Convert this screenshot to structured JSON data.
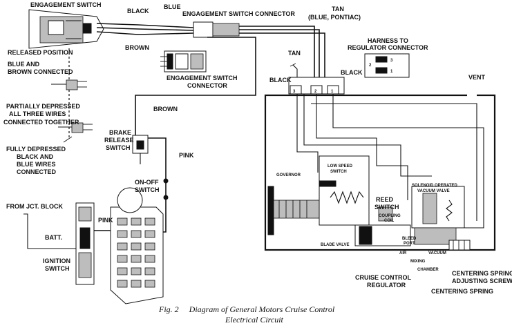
{
  "labels": {
    "engagement_switch": "ENGAGEMENT SWITCH",
    "black_top": "BLACK",
    "blue_top": "BLUE",
    "engagement_switch_connector_top": "ENGAGEMENT SWITCH CONNECTOR",
    "tan_top": "TAN",
    "blue_pontiac": "(BLUE, PONTIAC)",
    "brown_top": "BROWN",
    "harness_line1": "HARNESS TO",
    "harness_line2": "REGULATOR CONNECTOR",
    "tan_mid": "TAN",
    "released_position": "RELEASED POSITION",
    "blue_brown_line1": "BLUE AND",
    "blue_brown_line2": "BROWN CONNECTED",
    "esc_line1": "ENGAGEMENT SWITCH",
    "esc_line2": "CONNECTOR",
    "black_left": "BLACK",
    "black_right": "BLACK",
    "vent": "VENT",
    "partial_line1": "PARTIALLY DEPRESSED",
    "partial_line2": "ALL THREE WIRES",
    "partial_line3": "CONNECTED TOGETHER",
    "brown_mid": "BROWN",
    "brake_line1": "BRAKE",
    "brake_line2": "RELEASE",
    "brake_line3": "SWITCH",
    "full_line1": "FULLY DEPRESSED",
    "full_line2": "BLACK AND",
    "full_line3": "BLUE WIRES",
    "full_line4": "CONNECTED",
    "pink_right": "PINK",
    "on_off_line1": "ON-OFF",
    "on_off_line2": "SWITCH",
    "governor": "GOVERNOR",
    "low_speed_line1": "LOW SPEED",
    "low_speed_line2": "SWITCH",
    "solenoid_line1": "SOLENOID OPERATED",
    "solenoid_line2": "VACUUM VALVE",
    "reed_line1": "REED",
    "reed_line2": "SWITCH",
    "coupling_line1": "COUPLING",
    "coupling_line2": "COIL",
    "bleed_line1": "BLEED",
    "bleed_line2": "PORT",
    "from_jct": "FROM JCT. BLOCK",
    "pink_left": "PINK",
    "batt": "BATT.",
    "ignition_line1": "IGNITION",
    "ignition_line2": "SWITCH",
    "blade_valve": "BLADE VALVE",
    "air": "AIR",
    "vacuum": "VACUUM",
    "mixing": "MIXING",
    "chamber": "CHAMBER",
    "regulator_line1": "CRUISE CONTROL",
    "regulator_line2": "REGULATOR",
    "centering_adj_line1": "CENTERING SPRING",
    "centering_adj_line2": "ADJUSTING SCREW",
    "centering_spring": "CENTERING SPRING",
    "term_3": "3",
    "term_2": "2",
    "term_1": "1",
    "conn_3": "3",
    "conn_2": "2",
    "conn_1": "1"
  },
  "caption": {
    "line1": "Fig. 2     Diagram of General Motors Cruise Control",
    "line2": "Electrical Circuit"
  }
}
